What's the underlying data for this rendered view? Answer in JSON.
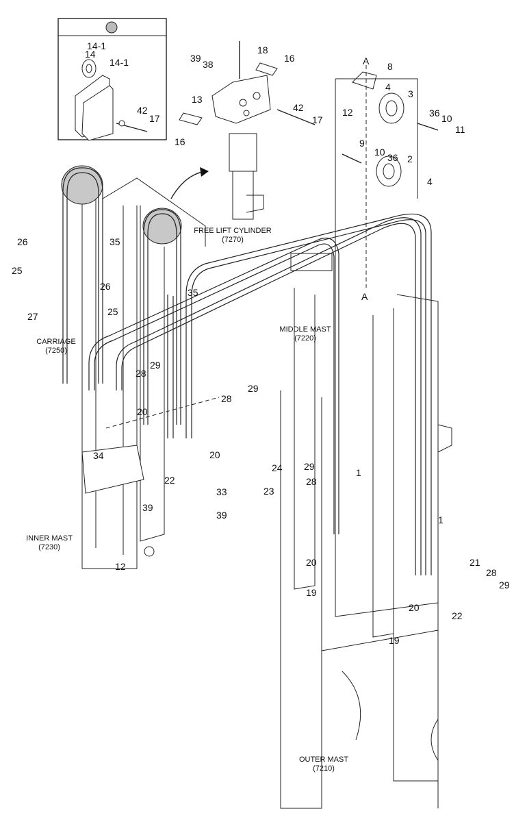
{
  "callouts": [
    "14-1",
    "14",
    "14-1",
    "42",
    "17",
    "39",
    "38",
    "18",
    "16",
    "13",
    "42",
    "17",
    "16",
    "A",
    "8",
    "4",
    "3",
    "12",
    "36",
    "10",
    "11",
    "9",
    "10",
    "36",
    "2",
    "4",
    "A",
    "26",
    "35",
    "25",
    "26",
    "35",
    "25",
    "27",
    "29",
    "28",
    "20",
    "28",
    "29",
    "20",
    "34",
    "22",
    "33",
    "39",
    "39",
    "12",
    "24",
    "29",
    "28",
    "1",
    "23",
    "1",
    "20",
    "21",
    "28",
    "29",
    "19",
    "20",
    "22",
    "19"
  ],
  "assemblies": {
    "free_lift_cylinder": {
      "name": "FREE LIFT CYLINDER",
      "code": "(7270)"
    },
    "carriage": {
      "name": "CARRIAGE",
      "code": "(7250)"
    },
    "middle_mast": {
      "name": "MIDDLE MAST",
      "code": "(7220)"
    },
    "inner_mast": {
      "name": "INNER MAST",
      "code": "(7230)"
    },
    "outer_mast": {
      "name": "OUTER MAST",
      "code": "(7210)"
    }
  }
}
